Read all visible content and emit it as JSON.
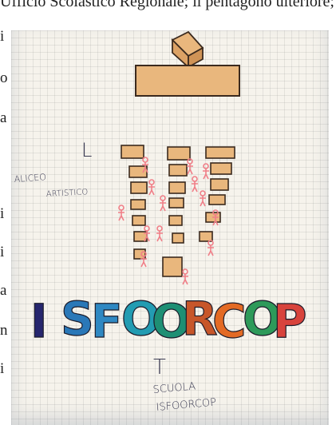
{
  "article": {
    "top_line": "Ufficio Scolastico Regionale; il pentagono ulteriore; il quinto Sarangery, il sesto",
    "side_letters": [
      "i",
      "o",
      "a",
      "i",
      "i",
      "a",
      "n",
      "i"
    ]
  },
  "drawing": {
    "label_liceo_line1": "ALICEO",
    "label_liceo_line2": "ARTISTICO",
    "letter_l": "L",
    "letter_t": "T",
    "logo_letters": [
      {
        "char": "I",
        "color": "#26266e"
      },
      {
        "char": "S",
        "color": "#2a78b8"
      },
      {
        "char": "F",
        "color": "#2f88c2"
      },
      {
        "char": "O",
        "color": "#239cb2"
      },
      {
        "char": "O",
        "color": "#1e8f74"
      },
      {
        "char": "R",
        "color": "#c7562a"
      },
      {
        "char": "C",
        "color": "#e36a24"
      },
      {
        "char": "O",
        "color": "#2e9a5a"
      },
      {
        "char": "P",
        "color": "#d8433c"
      }
    ],
    "bottom_line1": "SCUOLA",
    "bottom_line2": "ISFOORCOP",
    "colors": {
      "box_fill": "#e9b77d",
      "box_stroke": "#3b2a1e",
      "figure": "#f07f88"
    }
  }
}
